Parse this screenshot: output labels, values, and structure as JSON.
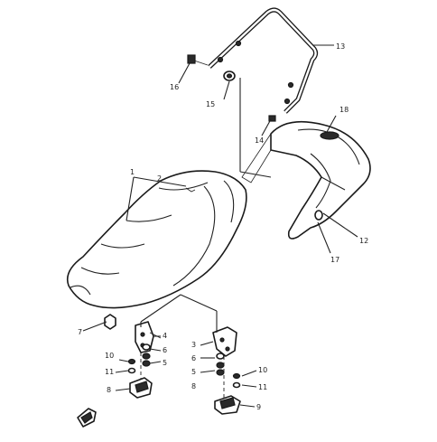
{
  "callouts": [
    {
      "id": "c1",
      "label": "1"
    },
    {
      "id": "c2",
      "label": "2"
    },
    {
      "id": "c3",
      "label": "3"
    },
    {
      "id": "c4",
      "label": "4"
    },
    {
      "id": "c5a",
      "label": "5"
    },
    {
      "id": "c5b",
      "label": "5"
    },
    {
      "id": "c6a",
      "label": "6"
    },
    {
      "id": "c6b",
      "label": "6"
    },
    {
      "id": "c7",
      "label": "7"
    },
    {
      "id": "c8a",
      "label": "8"
    },
    {
      "id": "c8b",
      "label": "8"
    },
    {
      "id": "c9",
      "label": "9"
    },
    {
      "id": "c10a",
      "label": "10"
    },
    {
      "id": "c10b",
      "label": "10"
    },
    {
      "id": "c11a",
      "label": "11"
    },
    {
      "id": "c11b",
      "label": "11"
    },
    {
      "id": "c12",
      "label": "12"
    },
    {
      "id": "c13",
      "label": "13"
    },
    {
      "id": "c14",
      "label": "14"
    },
    {
      "id": "c15",
      "label": "15"
    },
    {
      "id": "c16",
      "label": "16"
    },
    {
      "id": "c17",
      "label": "17"
    },
    {
      "id": "c18",
      "label": "18"
    }
  ]
}
